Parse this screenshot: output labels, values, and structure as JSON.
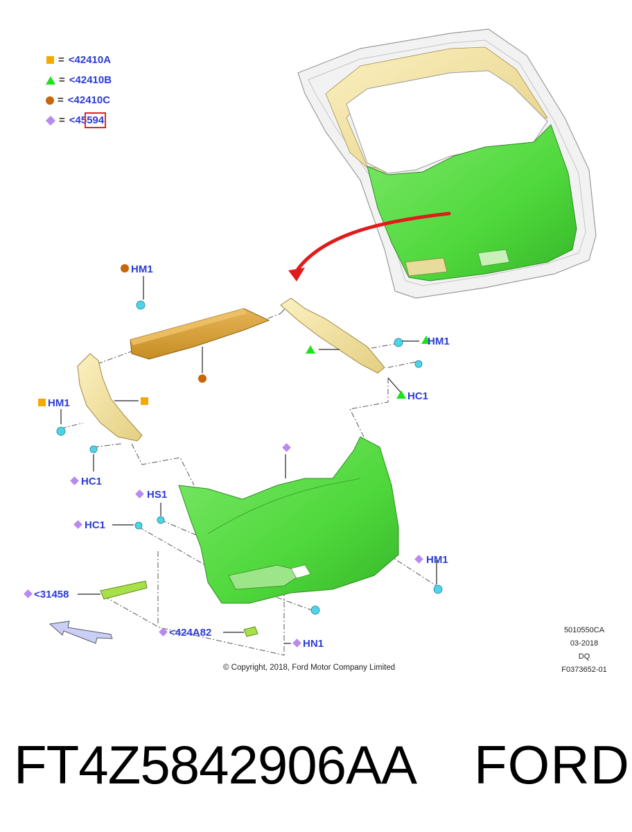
{
  "legend": [
    {
      "symbol": "square",
      "color": "#f5a800",
      "eq": "=",
      "code_prefix": "<42410A",
      "code_hl": ""
    },
    {
      "symbol": "triangle",
      "color": "#1be21b",
      "eq": "=",
      "code_prefix": "<42410B",
      "code_hl": ""
    },
    {
      "symbol": "circle",
      "color": "#c7660a",
      "eq": "=",
      "code_prefix": "<42410C",
      "code_hl": ""
    },
    {
      "symbol": "diamond",
      "color": "#b88af0",
      "eq": "=",
      "code_prefix": "<45",
      "code_hl": "594"
    }
  ],
  "callouts": {
    "hm1_top": "HM1",
    "hm1_right": "HM1",
    "hc1_right": "HC1",
    "hm1_left": "HM1",
    "hc1_left": "HC1",
    "hs1": "HS1",
    "hc1_mid": "HC1",
    "hm1_lower_right": "HM1",
    "p31458": "<31458",
    "p424a82": "<424A82",
    "hn1": "HN1"
  },
  "meta": [
    "5010550CA",
    "03-2018",
    "DQ",
    "F0373652-01"
  ],
  "copyright": "© Copyright, 2018, Ford Motor Company Limited",
  "footer": {
    "part_number": "FT4Z5842906AA",
    "brand": "FORD"
  },
  "colors": {
    "label_blue": "#2b3bd6",
    "panel_green": "#5fe04a",
    "trim_cream": "#f2e3a2",
    "trim_gold": "#d9a33a",
    "clip_cyan": "#4fd3e6",
    "arrow_red": "#e01b1b"
  }
}
